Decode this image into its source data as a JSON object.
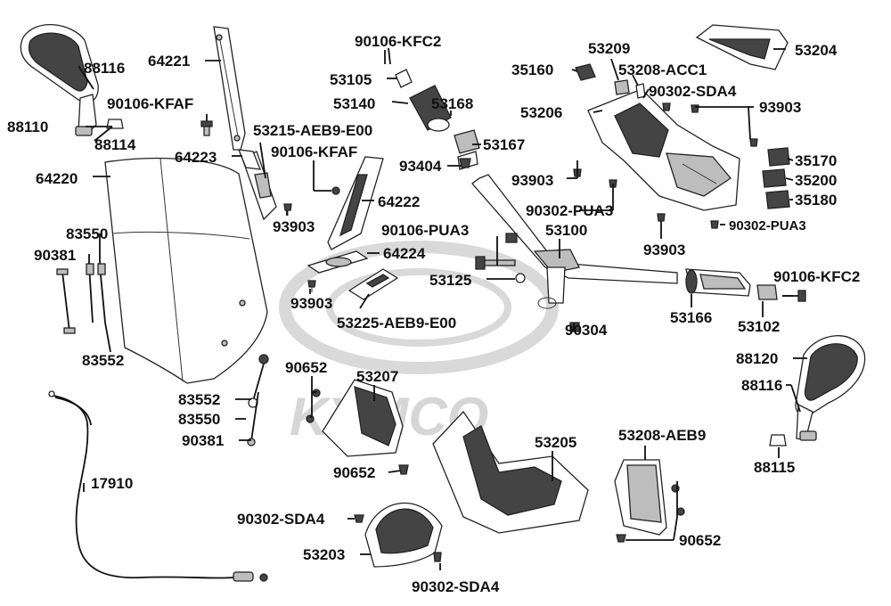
{
  "diagram": {
    "watermark": "KYMCO",
    "part_numbers": {
      "p88116a": "88116",
      "p88110": "88110",
      "p88114": "88114",
      "p64221": "64221",
      "p90106kfaf_a": "90106-KFAF",
      "p64223": "64223",
      "p64220": "64220",
      "p90106kfc2_a": "90106-KFC2",
      "p53105": "53105",
      "p53140": "53140",
      "p53168": "53168",
      "p53167": "53167",
      "p53215": "53215-AEB9-E00",
      "p90106kfaf_b": "90106-KFAF",
      "p64222": "64222",
      "p93903_a": "93903",
      "p93404": "93404",
      "p53209": "53209",
      "p35160": "35160",
      "p53208acc1": "53208-ACC1",
      "p53204": "53204",
      "p90302sda4_a": "90302-SDA4",
      "p53206": "53206",
      "p93903_b": "93903",
      "p35170": "35170",
      "p35200": "35200",
      "p35180": "35180",
      "p93903_c": "93903",
      "p90302pua3_a": "90302-PUA3",
      "p90302pua3_b": "90302-PUA3",
      "p93903_d": "93903",
      "p90106pua3": "90106-PUA3",
      "p53100": "53100",
      "p64224": "64224",
      "p83550_a": "83550",
      "p90381_a": "90381",
      "p83552_a": "83552",
      "p93903_e": "93903",
      "p53225": "53225-AEB9-E00",
      "p53125": "53125",
      "p90304": "90304",
      "p53166": "53166",
      "p53102": "53102",
      "p90106kfc2_b": "90106-KFC2",
      "p88120": "88120",
      "p88116b": "88116",
      "p88115": "88115",
      "p90652_a": "90652",
      "p53207": "53207",
      "p83552_b": "83552",
      "p83550_b": "83550",
      "p90381_b": "90381",
      "p90652_b": "90652",
      "p53205": "53205",
      "p53208aeb9": "53208-AEB9",
      "p17910": "17910",
      "p90302sda4_b": "90302-SDA4",
      "p53203": "53203",
      "p90652_c": "90652",
      "p90302sda4_c": "90302-SDA4"
    }
  }
}
